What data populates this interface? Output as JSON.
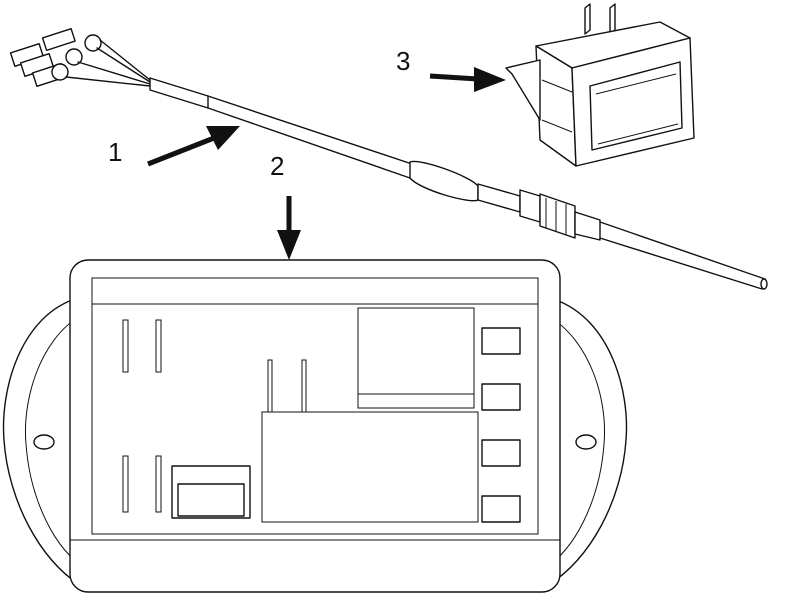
{
  "callouts": {
    "one": "1",
    "two": "2",
    "three": "3"
  },
  "colors": {
    "line": "#111111",
    "shade": "#555555",
    "background": "#ffffff"
  }
}
